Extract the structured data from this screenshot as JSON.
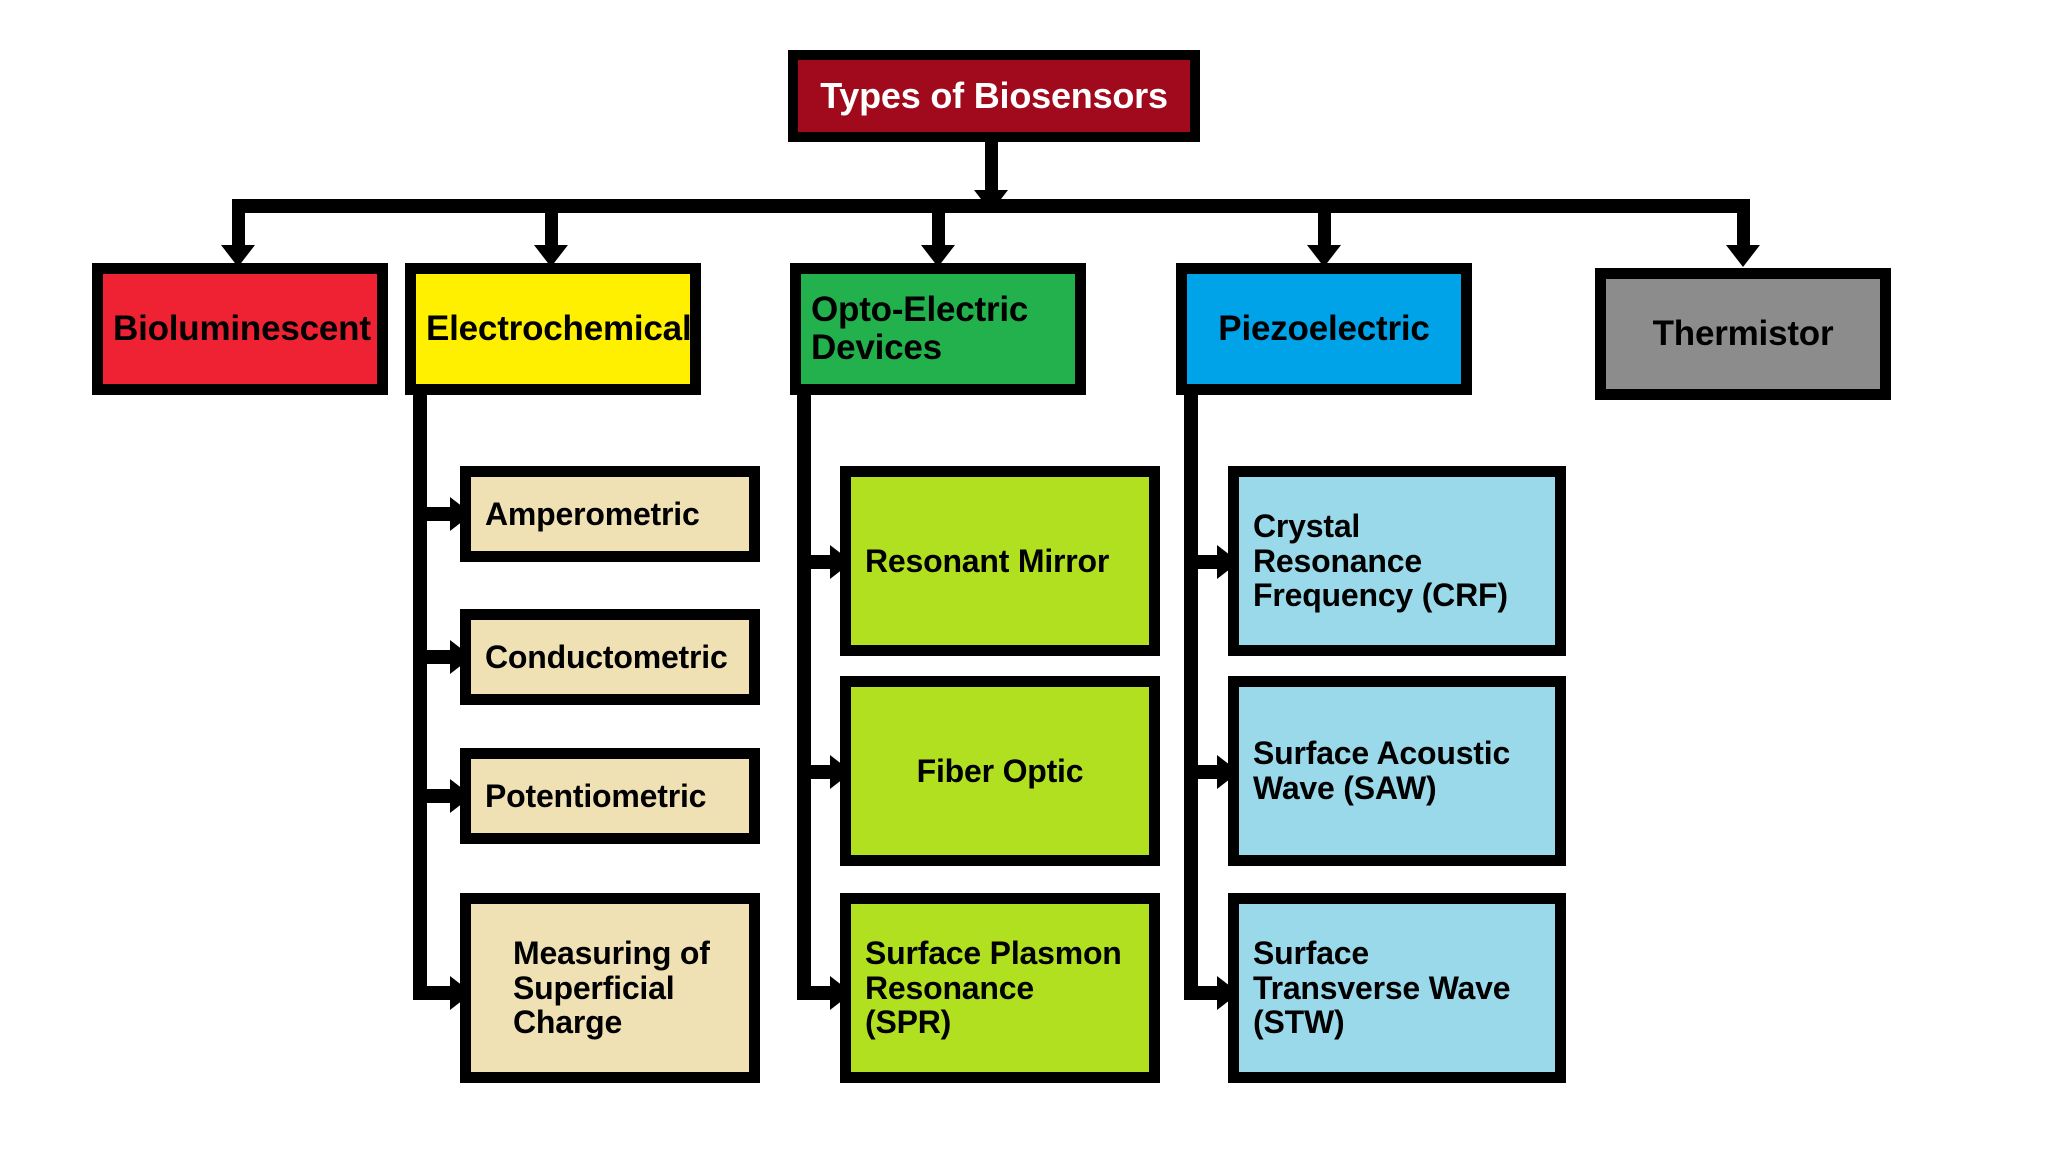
{
  "diagram": {
    "title": "Types of Biosensors",
    "root": {
      "label": "Types of Biosensors",
      "color": "#A00A1C",
      "text_color": "#FFFFFF"
    },
    "branches": [
      {
        "label": "Bioluminescent",
        "color": "#EE2233",
        "align": "center",
        "children": []
      },
      {
        "label": "Electrochemical",
        "color": "#FFF000",
        "align": "center",
        "children": [
          {
            "label": "Amperometric",
            "color": "#EFE1B4",
            "align": "left"
          },
          {
            "label": "Conductometric",
            "color": "#EFE1B4",
            "align": "left"
          },
          {
            "label": "Potentiometric",
            "color": "#EFE1B4",
            "align": "left"
          },
          {
            "label": "Measuring of\nSuperficial\nCharge",
            "color": "#EFE1B4",
            "align": "left"
          }
        ]
      },
      {
        "label": "Opto-Electric\nDevices",
        "color": "#22B14C",
        "align": "left",
        "children": [
          {
            "label": "Resonant Mirror",
            "color": "#B0E020",
            "align": "left"
          },
          {
            "label": "Fiber Optic",
            "color": "#B0E020",
            "align": "center"
          },
          {
            "label": "Surface Plasmon\nResonance\n(SPR)",
            "color": "#B0E020",
            "align": "left"
          }
        ]
      },
      {
        "label": "Piezoelectric",
        "color": "#00A2E8",
        "align": "center",
        "children": [
          {
            "label": "Crystal\nResonance\nFrequency (CRF)",
            "color": "#99D9EA",
            "align": "left"
          },
          {
            "label": "Surface Acoustic\nWave (SAW)",
            "color": "#99D9EA",
            "align": "left"
          },
          {
            "label": "Surface\nTransverse Wave\n(STW)",
            "color": "#99D9EA",
            "align": "left"
          }
        ]
      },
      {
        "label": "Thermistor",
        "color": "#8C8C8C",
        "align": "center",
        "children": []
      }
    ]
  }
}
